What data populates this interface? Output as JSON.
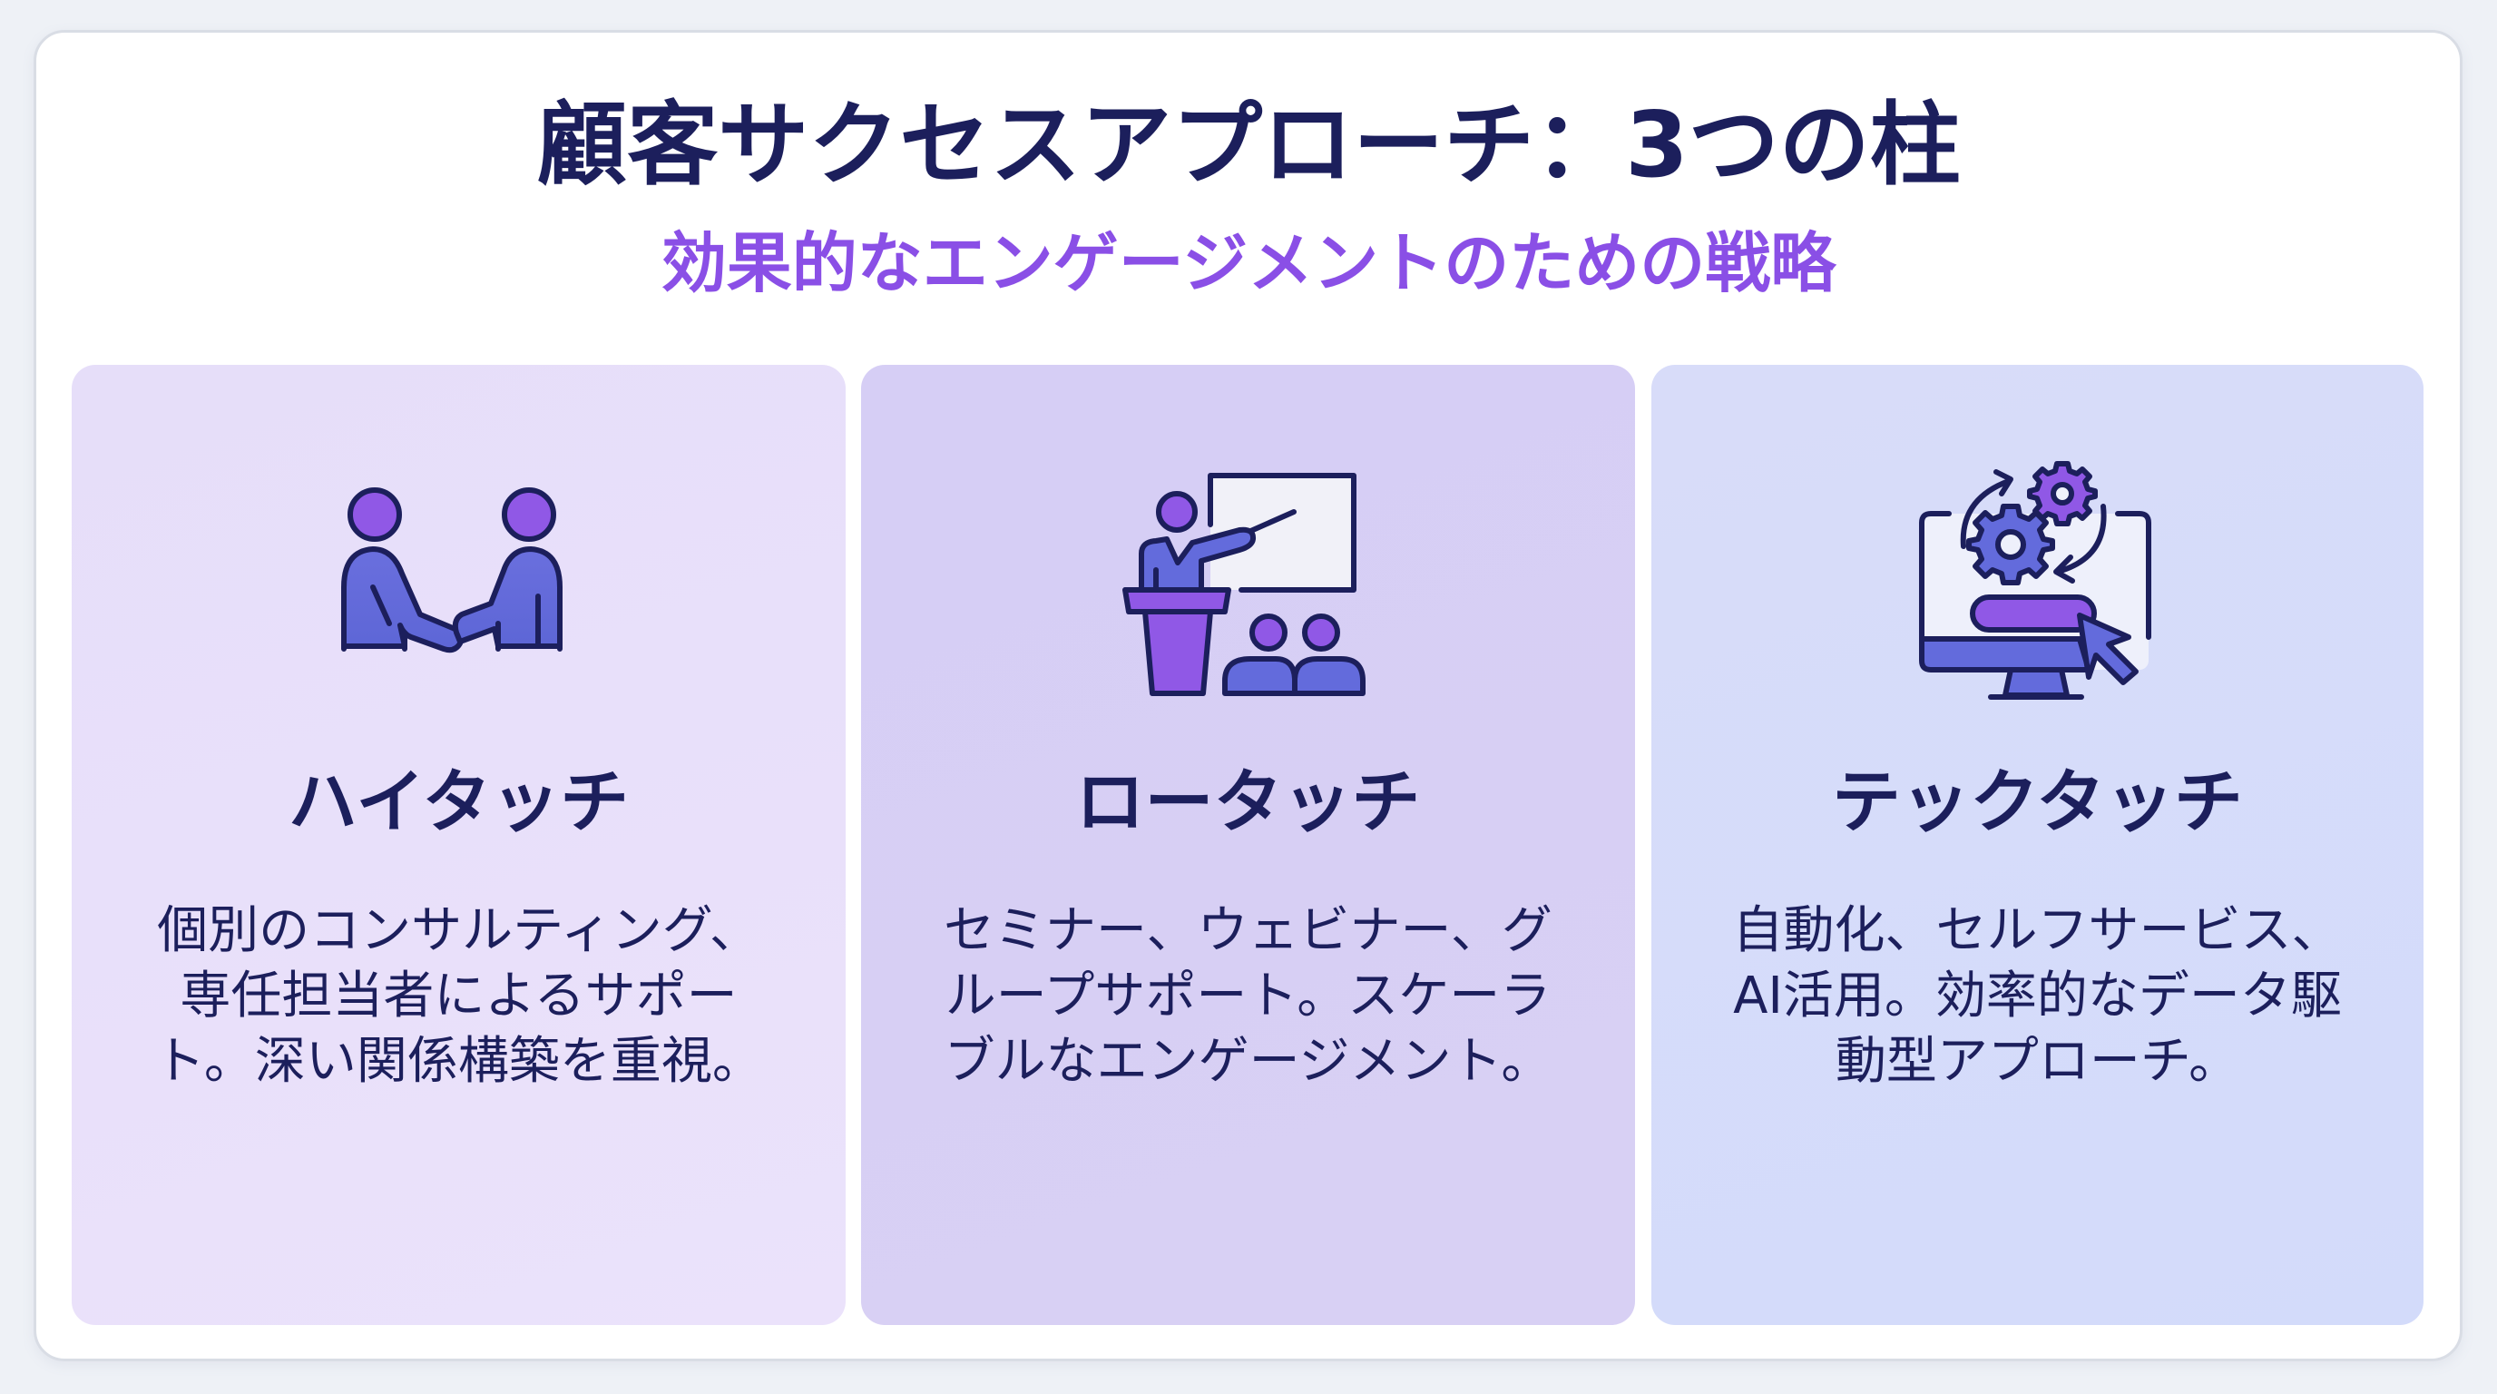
{
  "slide": {
    "title": "顧客サクセスアプローチ：3つの柱",
    "subtitle": "効果的なエンゲージメントのための戦略"
  },
  "colors": {
    "page_background": "#eef1f6",
    "card_background": "#ffffff",
    "title": "#1c1f5c",
    "subtitle": "#8a4fe6",
    "panel_high_touch": "#e9e1fb",
    "panel_low_touch": "#d8d0f4",
    "panel_tech_touch": "#d5dcfa",
    "icon_outline": "#1c1f5c",
    "icon_purple": "#8f55e8",
    "icon_blue": "#5f6ad8"
  },
  "pillars": [
    {
      "icon": "handshake-icon",
      "heading": "ハイタッチ",
      "body_lines": [
        "個別のコンサルティング、",
        "専任担当者によるサポー",
        "ト。深い関係構築を重視。"
      ]
    },
    {
      "icon": "presentation-icon",
      "heading": "ロータッチ",
      "body_lines": [
        "セミナー、ウェビナー、グ",
        "ループサポート。スケーラ",
        "ブルなエンゲージメント。"
      ]
    },
    {
      "icon": "automation-monitor-icon",
      "heading": "テックタッチ",
      "body_lines": [
        "自動化、セルフサービス、",
        "AI活用。効率的なデータ駆",
        "動型アプローチ。"
      ]
    }
  ]
}
